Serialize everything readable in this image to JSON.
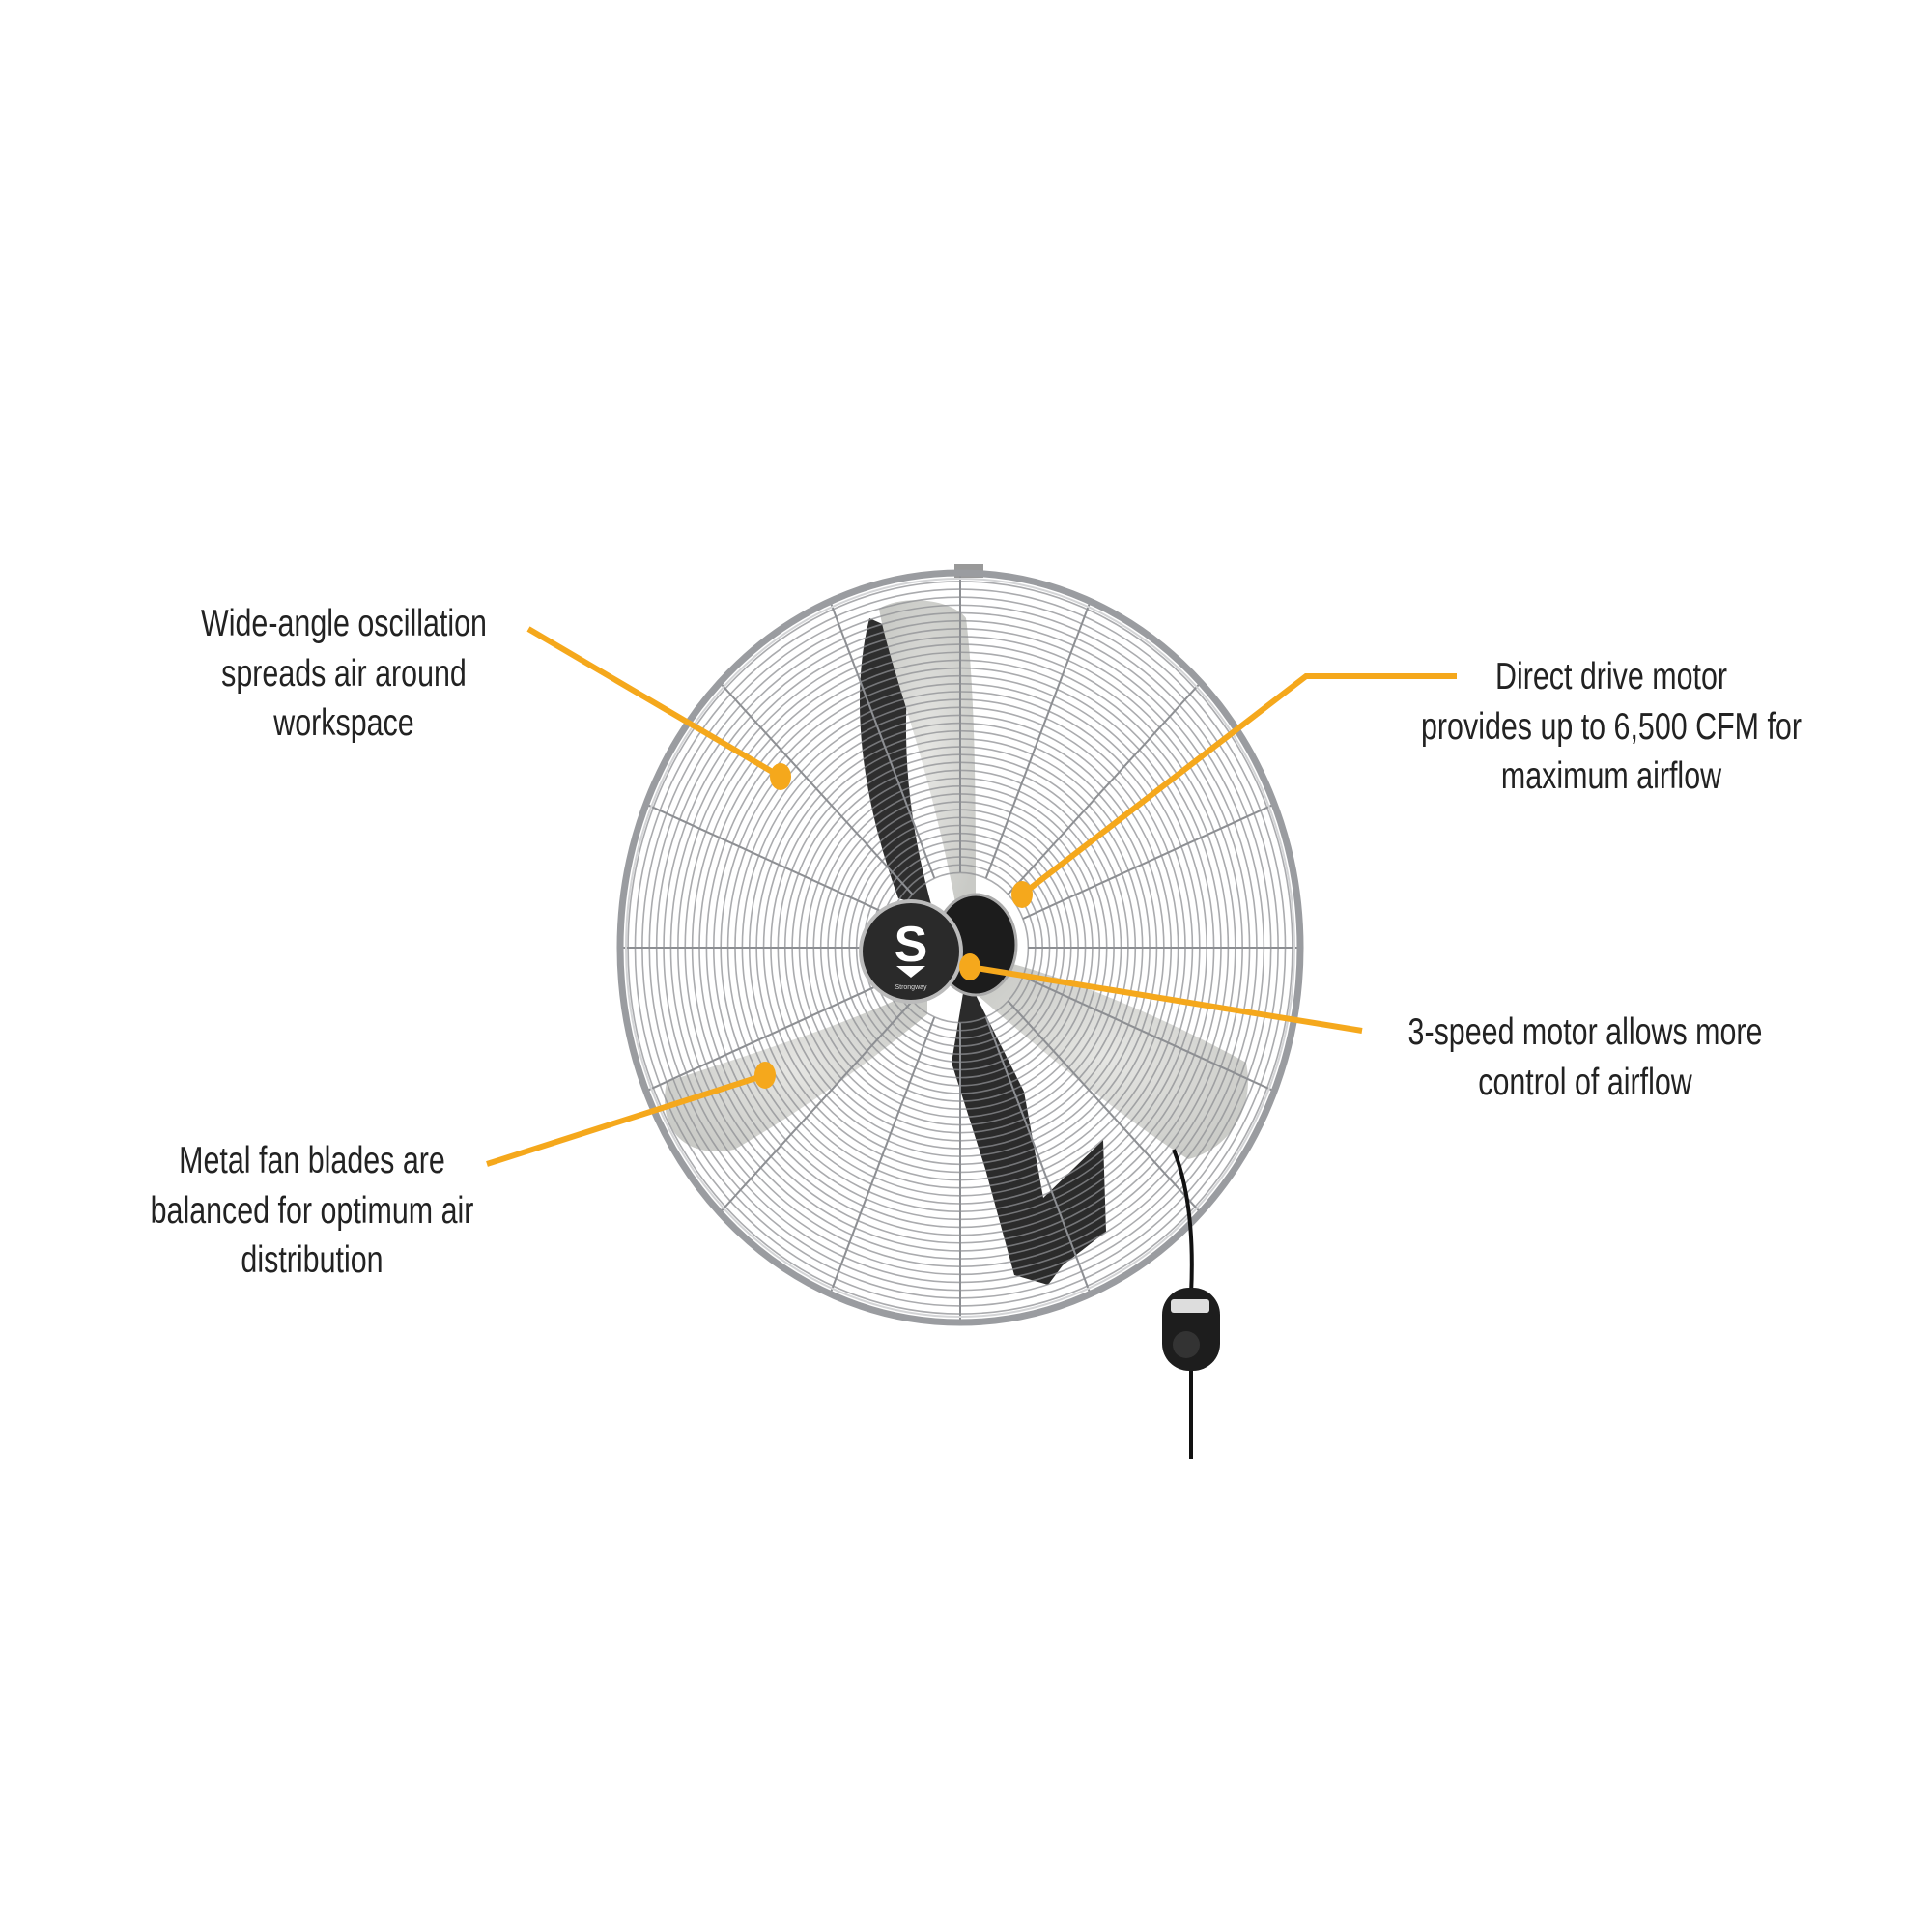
{
  "accent_color": "#F5A81C",
  "product": {
    "logo_letter": "S",
    "brand_mark": "Strongway"
  },
  "callouts": [
    {
      "id": "oscillation",
      "lines": [
        "Wide-angle oscillation",
        "spreads air around",
        "workspace"
      ]
    },
    {
      "id": "direct-drive",
      "lines": [
        "Direct drive motor",
        "provides up to 6,500 CFM for",
        "maximum airflow"
      ]
    },
    {
      "id": "speed",
      "lines": [
        "3-speed motor allows more",
        "control of airflow"
      ]
    },
    {
      "id": "blades",
      "lines": [
        "Metal fan blades are",
        "balanced for optimum air",
        "distribution"
      ]
    }
  ]
}
